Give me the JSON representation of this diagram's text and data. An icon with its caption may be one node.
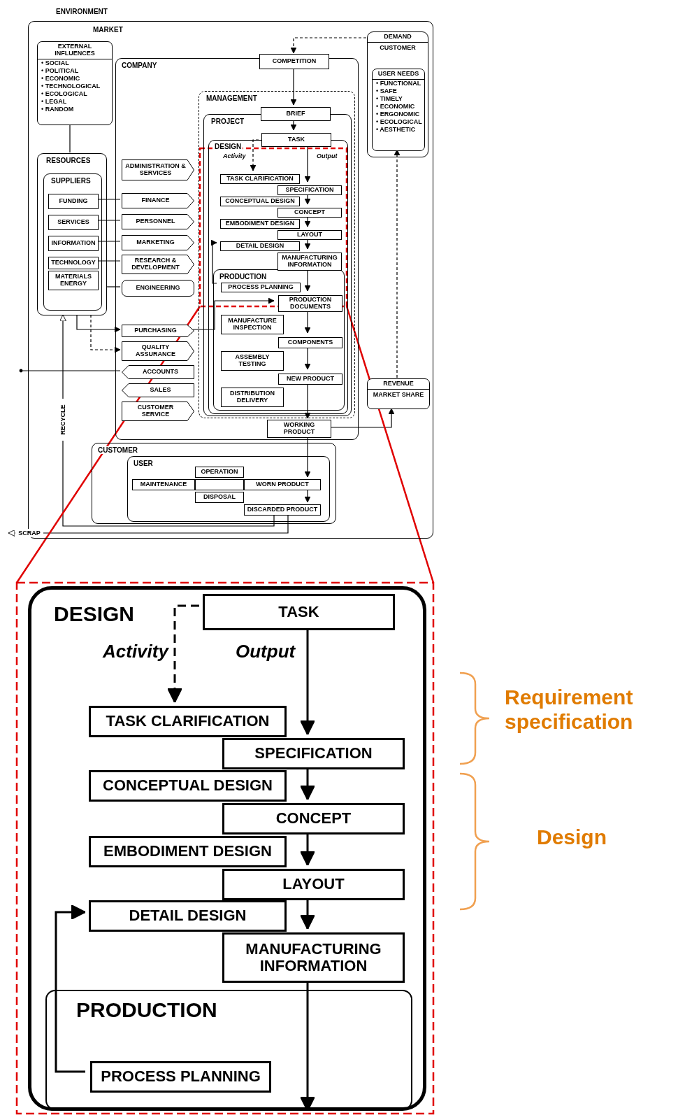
{
  "diagram": {
    "nodes": [
      {
        "text": [
          "ENVIRONMENT"
        ]
      },
      {
        "text": [
          "MARKET"
        ]
      },
      {
        "text": [
          "EXTERNAL INFLUENCES",
          "• SOCIAL",
          "• POLITICAL",
          "• ECONOMIC",
          "• TECHNOLOGICAL",
          "• ECOLOGICAL",
          "• LEGAL",
          "• RANDOM"
        ],
        "in": 1
      },
      {
        "text": [
          "DEMAND",
          "CUSTOMER"
        ],
        "in": 1
      },
      {
        "text": [
          "USER NEEDS",
          "• FUNCTIONAL",
          "• SAFE",
          "• TIMELY",
          "• ECONOMIC",
          "• ERGONOMIC",
          "• ECOLOGICAL",
          "• AESTHETIC"
        ],
        "in": 3
      },
      {
        "text": [
          "RESOURCES"
        ],
        "in": 1
      },
      {
        "text": [
          "SUPPLIERS"
        ],
        "in": 5
      },
      {
        "text": [
          "FUNDING"
        ],
        "in": 6
      },
      {
        "text": [
          "SERVICES"
        ],
        "in": 6
      },
      {
        "text": [
          "INFORMATION"
        ],
        "in": 6
      },
      {
        "text": [
          "TECHNOLOGY"
        ],
        "in": 6
      },
      {
        "text": [
          "MATERIALS ENERGY"
        ],
        "in": 6
      },
      {
        "text": [
          "COMPANY"
        ],
        "in": 1
      },
      {
        "text": [
          "COMPETITION"
        ],
        "in": 1
      },
      {
        "text": [
          "MANAGEMENT"
        ],
        "in": 12
      },
      {
        "text": [
          "BRIEF"
        ],
        "in": 14
      },
      {
        "text": [
          "PROJECT"
        ],
        "in": 14
      },
      {
        "text": [
          "TASK"
        ],
        "in": 16
      },
      {
        "text": [
          "DESIGN",
          "Activity",
          "Output"
        ],
        "in": 16
      },
      {
        "text": [
          "TASK CLARIFICATION"
        ],
        "in": 18
      },
      {
        "text": [
          "SPECIFICATION"
        ],
        "in": 18
      },
      {
        "text": [
          "CONCEPTUAL DESIGN"
        ],
        "in": 18
      },
      {
        "text": [
          "CONCEPT"
        ],
        "in": 18
      },
      {
        "text": [
          "EMBODIMENT DESIGN"
        ],
        "in": 18
      },
      {
        "text": [
          "LAYOUT"
        ],
        "in": 18
      },
      {
        "text": [
          "DETAIL DESIGN"
        ],
        "in": 18
      },
      {
        "text": [
          "MANUFACTURING INFORMATION"
        ],
        "in": 18
      },
      {
        "text": [
          "PRODUCTION"
        ],
        "in": 18
      },
      {
        "text": [
          "PROCESS PLANNING"
        ],
        "in": 27
      },
      {
        "text": [
          "PRODUCTION DOCUMENTS"
        ],
        "in": 27
      },
      {
        "text": [
          "MANUFACTURE",
          "INSPECTION"
        ],
        "in": 27
      },
      {
        "text": [
          "COMPONENTS"
        ],
        "in": 27
      },
      {
        "text": [
          "ASSEMBLY",
          "TESTING"
        ],
        "in": 27
      },
      {
        "text": [
          "NEW PRODUCT"
        ],
        "in": 27
      },
      {
        "text": [
          "DISTRIBUTION",
          "DELIVERY"
        ],
        "in": 27
      },
      {
        "text": [
          "WORKING PRODUCT"
        ],
        "in": 12
      },
      {
        "text": [
          "ADMINISTRATION & SERVICES"
        ],
        "in": 12
      },
      {
        "text": [
          "FINANCE"
        ],
        "in": 12
      },
      {
        "text": [
          "PERSONNEL"
        ],
        "in": 12
      },
      {
        "text": [
          "MARKETING"
        ],
        "in": 12
      },
      {
        "text": [
          "RESEARCH & DEVELOPMENT"
        ],
        "in": 12
      },
      {
        "text": [
          "ENGINEERING"
        ],
        "in": 12
      },
      {
        "text": [
          "PURCHASING"
        ],
        "in": 12
      },
      {
        "text": [
          "QUALITY ASSURANCE"
        ],
        "in": 12
      },
      {
        "text": [
          "ACCOUNTS"
        ],
        "in": 12
      },
      {
        "text": [
          "SALES"
        ],
        "in": 12
      },
      {
        "text": [
          "CUSTOMER SERVICE"
        ],
        "in": 12
      },
      {
        "text": [
          "CUSTOMER"
        ],
        "in": 1
      },
      {
        "text": [
          "USER"
        ],
        "in": 47
      },
      {
        "text": [
          "OPERATION"
        ],
        "in": 48
      },
      {
        "text": [
          "MAINTENANCE"
        ],
        "in": 48
      },
      {
        "text": [],
        "shape": "box",
        "in": 48
      },
      {
        "text": [
          "WORN PRODUCT"
        ],
        "in": 48
      },
      {
        "text": [
          "DISPOSAL"
        ],
        "in": 48
      },
      {
        "text": [
          "DISCARDED PRODUCT"
        ],
        "in": 48
      },
      {
        "text": [
          "REVENUE",
          "MARKET SHARE"
        ],
        "in": 1
      },
      {
        "text": [
          "DESIGN",
          "Activity",
          "Output"
        ]
      },
      {
        "text": [
          "TASK"
        ],
        "in": 56
      },
      {
        "text": [
          "TASK CLARIFICATION"
        ],
        "in": 56
      },
      {
        "text": [
          "SPECIFICATION"
        ],
        "in": 56
      },
      {
        "text": [
          "CONCEPTUAL DESIGN"
        ],
        "in": 56
      },
      {
        "text": [
          "CONCEPT"
        ],
        "in": 56
      },
      {
        "text": [
          "EMBODIMENT DESIGN"
        ],
        "in": 56
      },
      {
        "text": [
          "LAYOUT"
        ],
        "in": 56
      },
      {
        "text": [
          "DETAIL DESIGN"
        ],
        "in": 56
      },
      {
        "text": [
          "MANUFACTURING INFORMATION"
        ],
        "in": 56
      },
      {
        "text": [
          "PRODUCTION"
        ],
        "in": 56
      },
      {
        "text": [
          "PROCESS PLANNING"
        ],
        "in": 66
      }
    ],
    "edges": [
      {
        "from": 3,
        "to": 13,
        "arrow": "to",
        "style": "dashed"
      },
      {
        "from": 13,
        "to": 15,
        "arrow": "to"
      },
      {
        "from": 15,
        "to": 17,
        "arrow": "to"
      },
      {
        "from": 17,
        "to": 19,
        "arrow": "to",
        "style": "dashed"
      },
      {
        "from": 17,
        "to": 20,
        "arrow": "to"
      },
      {
        "from": 20,
        "to": 22,
        "arrow": "to"
      },
      {
        "from": 22,
        "to": 24,
        "arrow": "to"
      },
      {
        "from": 24,
        "to": 26,
        "arrow": "to"
      },
      {
        "from": 26,
        "to": 29,
        "arrow": "to"
      },
      {
        "from": 29,
        "to": 31,
        "arrow": "to"
      },
      {
        "from": 31,
        "to": 33,
        "arrow": "to"
      },
      {
        "from": 33,
        "to": 35,
        "arrow": "to"
      },
      {
        "from": 35,
        "to": 52,
        "arrow": "to"
      },
      {
        "from": 52,
        "to": 54,
        "arrow": "to"
      },
      {
        "from": 35,
        "to": 55,
        "arrow": "to"
      },
      {
        "from": 55,
        "to": 4,
        "arrow": "to",
        "style": "dashed"
      },
      {
        "from": 28,
        "to": 25,
        "arrow": "to"
      },
      {
        "from": 2,
        "to": 5,
        "arrow": "none"
      },
      {
        "from": 7,
        "to": 37,
        "arrow": "none"
      },
      {
        "from": 8,
        "to": 38,
        "arrow": "none"
      },
      {
        "from": 9,
        "to": 39,
        "arrow": "none"
      },
      {
        "from": 10,
        "to": 40,
        "arrow": "none"
      },
      {
        "from": 5,
        "to": 41,
        "arrow": "none"
      },
      {
        "from": 5,
        "to": 42,
        "arrow": "to"
      },
      {
        "from": 5,
        "to": 43,
        "arrow": "to",
        "style": "dashed"
      },
      {
        "from": 42,
        "to": 29,
        "arrow": "to"
      },
      {
        "from": 44,
        "to": null,
        "arrow": "other"
      },
      {
        "from": 54,
        "to": 5,
        "arrow": "to",
        "label": "RECYCLE"
      },
      {
        "from": 54,
        "to": null,
        "arrow": "to",
        "label": "SCRAP"
      },
      {
        "from": 57,
        "to": 58,
        "arrow": "to",
        "style": "dashed"
      },
      {
        "from": 57,
        "to": 59,
        "arrow": "to"
      },
      {
        "from": 59,
        "to": 61,
        "arrow": "to"
      },
      {
        "from": 61,
        "to": 63,
        "arrow": "to"
      },
      {
        "from": 63,
        "to": 65,
        "arrow": "to"
      },
      {
        "from": 65,
        "to": 56,
        "arrow": "to"
      },
      {
        "from": 67,
        "to": 64,
        "arrow": "to"
      }
    ],
    "labels": [
      "Requirement specification",
      "Design"
    ]
  }
}
